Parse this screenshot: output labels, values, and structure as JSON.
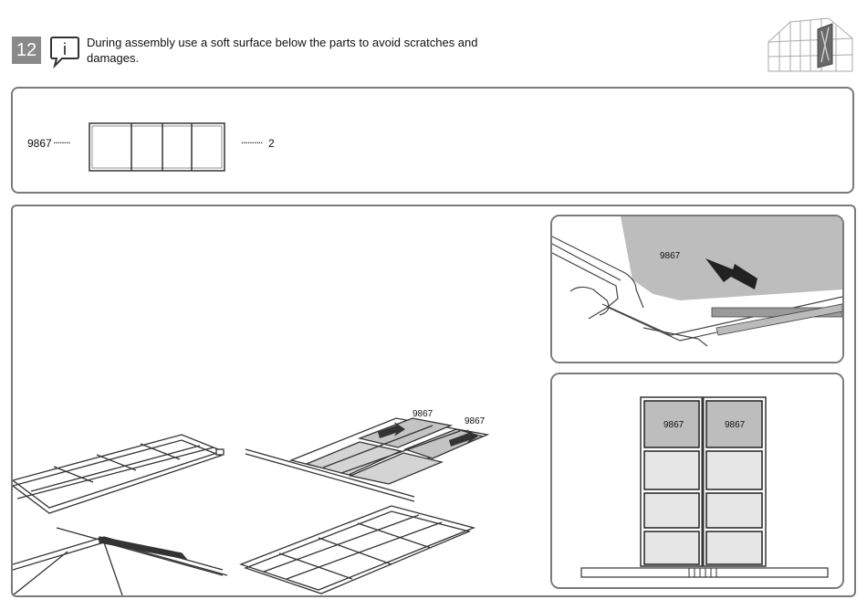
{
  "step": {
    "number": "12",
    "note": "During assembly use a soft surface below the parts to avoid scratches and damages."
  },
  "parts": [
    {
      "code": "9867",
      "dots": "........",
      "qty_dots": "..........",
      "qty": "2"
    }
  ],
  "illustration": {
    "label_left": "9867",
    "label_right": "9867"
  },
  "detail_top": {
    "label": "9867"
  },
  "detail_bottom": {
    "label_left": "9867",
    "label_right": "9867"
  }
}
